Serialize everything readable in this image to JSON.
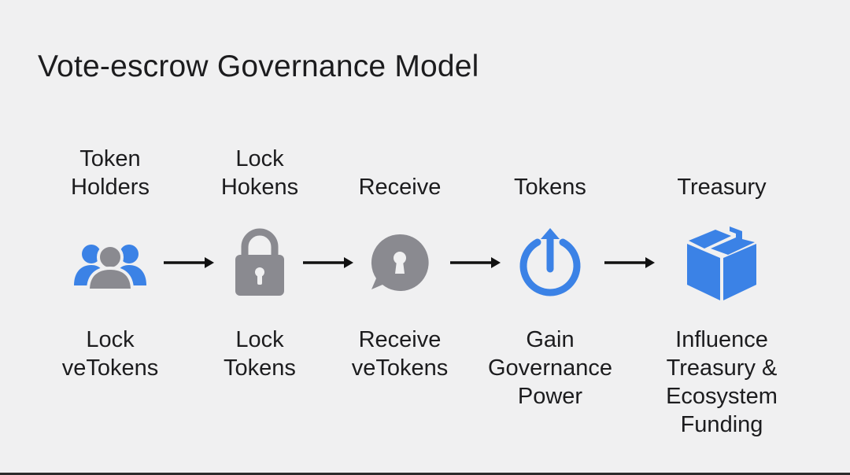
{
  "title": "Vote-escrow Governance Model",
  "stages": [
    {
      "top_label": [
        "Token",
        "Holders"
      ],
      "icon": "users-icon",
      "bottom_label": [
        "Lock",
        "veTokens"
      ]
    },
    {
      "top_label": [
        "Lock",
        "Hokens"
      ],
      "icon": "padlock-icon",
      "bottom_label": [
        "Lock",
        "Tokens"
      ]
    },
    {
      "top_label": [
        "Receive"
      ],
      "icon": "keyhole-bubble-icon",
      "bottom_label": [
        "Receive",
        "veTokens"
      ]
    },
    {
      "top_label": [
        "Tokens"
      ],
      "icon": "power-up-icon",
      "bottom_label": [
        "Gain",
        "Governance",
        "Power"
      ]
    },
    {
      "top_label": [
        "Treasury"
      ],
      "icon": "treasury-cube-icon",
      "bottom_label": [
        "Influence",
        "Treasury &",
        "Ecosystem",
        "Funding"
      ]
    }
  ],
  "colors": {
    "background": "#f0f0f1",
    "accent_blue": "#3b82e6",
    "icon_gray": "#8a8a90",
    "text": "#1c1c1e",
    "arrow": "#111111"
  }
}
